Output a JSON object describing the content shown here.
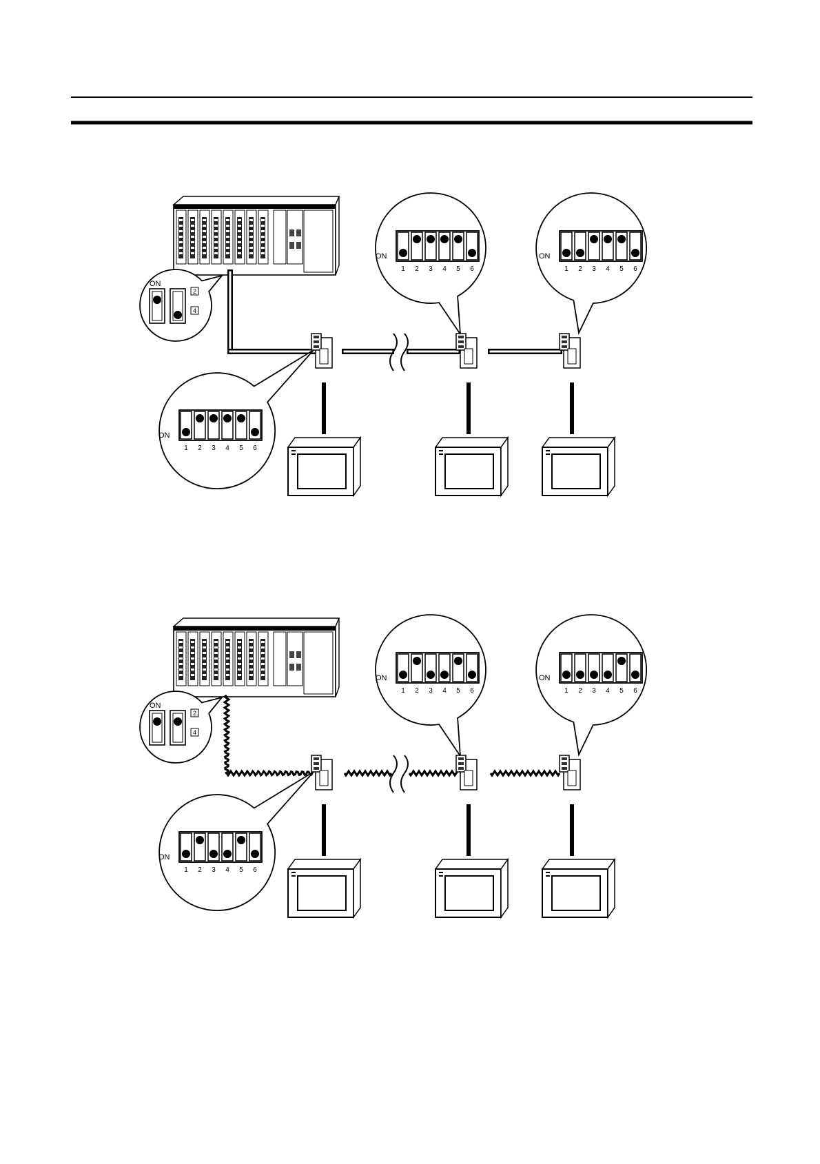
{
  "label_on": "ON",
  "diagrams": [
    {
      "cable": "straight",
      "plc_switch": {
        "pins": [
          {
            "label": "2",
            "state": "upper"
          },
          {
            "label": "4",
            "state": "lower"
          }
        ]
      },
      "terminal_switches": [
        {
          "states": [
            "lower",
            "upper",
            "upper",
            "upper",
            "upper",
            "lower"
          ]
        },
        {
          "states": [
            "lower",
            "upper",
            "upper",
            "upper",
            "upper",
            "lower"
          ]
        },
        {
          "states": [
            "lower",
            "lower",
            "upper",
            "upper",
            "upper",
            "lower"
          ]
        }
      ],
      "pin_labels": [
        "1",
        "2",
        "3",
        "4",
        "5",
        "6"
      ]
    },
    {
      "cable": "wavy",
      "plc_switch": {
        "pins": [
          {
            "label": "2",
            "state": "upper"
          },
          {
            "label": "4",
            "state": "upper"
          }
        ]
      },
      "terminal_switches": [
        {
          "states": [
            "lower",
            "upper",
            "lower",
            "lower",
            "upper",
            "lower"
          ]
        },
        {
          "states": [
            "lower",
            "upper",
            "lower",
            "lower",
            "upper",
            "lower"
          ]
        },
        {
          "states": [
            "lower",
            "lower",
            "lower",
            "lower",
            "upper",
            "lower"
          ]
        }
      ],
      "pin_labels": [
        "1",
        "2",
        "3",
        "4",
        "5",
        "6"
      ]
    }
  ]
}
